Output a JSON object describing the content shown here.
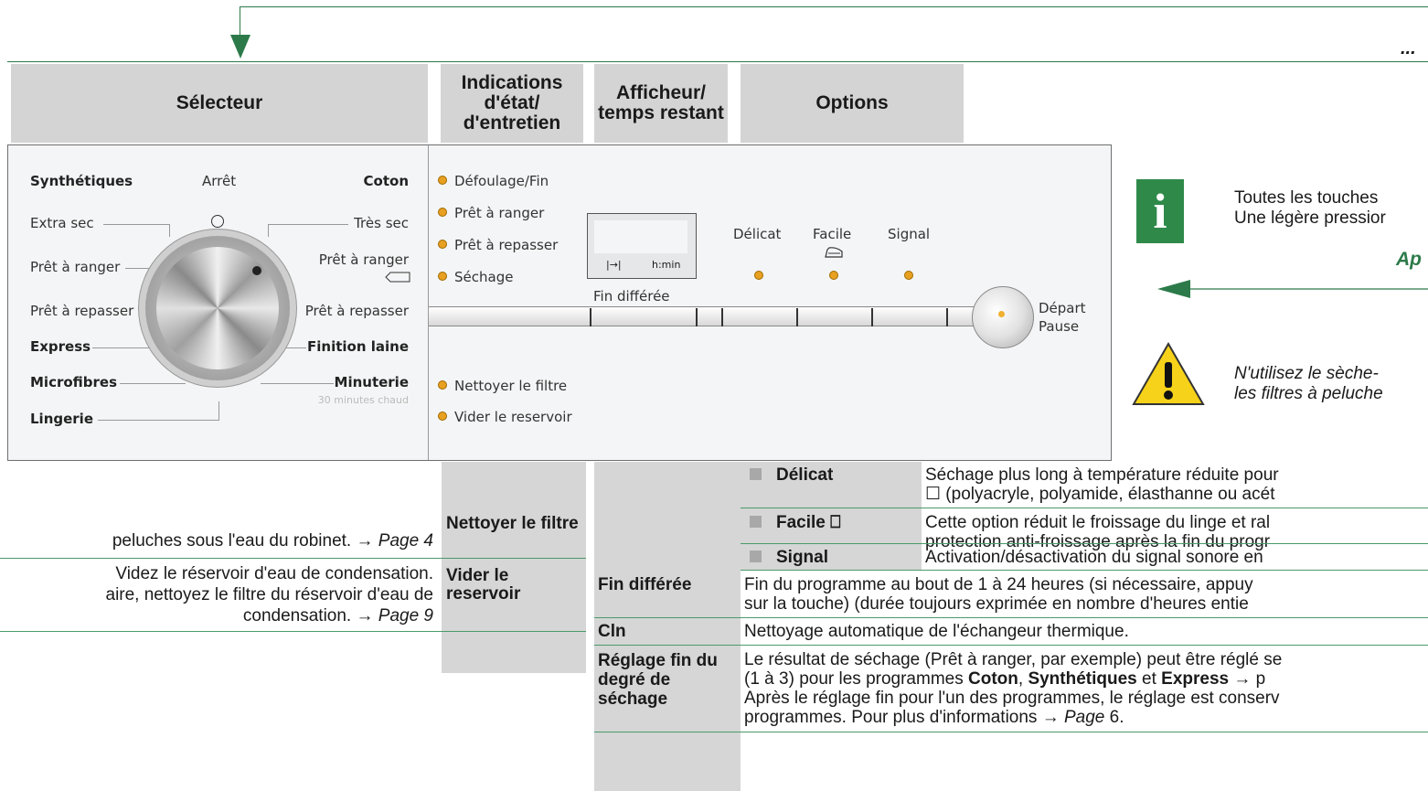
{
  "header": {
    "dots": "...",
    "col_selector": "Sélecteur",
    "col_indications": "Indications d'état/ d'entretien",
    "col_display": "Afficheur/ temps restant",
    "col_options": "Options"
  },
  "panel": {
    "dial": {
      "top_left": "Synthétiques",
      "top": "Arrêt",
      "top_right": "Coton",
      "left": [
        "Extra sec",
        "Prêt à ranger",
        "Prêt à repasser"
      ],
      "right": [
        "Très sec",
        "Prêt à ranger",
        "Prêt à repasser"
      ],
      "bottom_left": [
        "Express",
        "Microfibres",
        "Lingerie"
      ],
      "bottom_right": [
        "Finition laine",
        "Minuterie"
      ],
      "minuterie_sub": "30 minutes chaud"
    },
    "indicators_top": [
      "Défoulage/Fin",
      "Prêt à ranger",
      "Prêt à repasser",
      "Séchage"
    ],
    "indicators_bottom": [
      "Nettoyer le filtre",
      "Vider le reservoir"
    ],
    "display_symbol_left": "|→|",
    "display_symbol_right": "h:min",
    "display_label": "Fin différée",
    "options": [
      "Délicat",
      "Facile",
      "Signal"
    ],
    "start_label": "Départ Pause"
  },
  "info": {
    "text1": "Toutes les touches",
    "text2": "Une légère pressior",
    "ap": "Ap"
  },
  "warning": {
    "line1": "N'utilisez le sèche-",
    "line2": "les filtres à peluche"
  },
  "left_table": {
    "row1_text": "peluches sous l'eau du robinet. →",
    "row1_page": "Page 4",
    "row1_label": "Nettoyer le filtre",
    "row2_text1": "Videz le réservoir d'eau de condensation.",
    "row2_text2": "aire, nettoyez le filtre du réservoir d'eau de",
    "row2_text3": "condensation. →",
    "row2_page": "Page 9",
    "row2_label": "Vider le reservoir"
  },
  "options_table": [
    {
      "name": "Délicat",
      "desc1": "Séchage plus long à température réduite pour",
      "desc2": "☐ (polyacryle, polyamide, élasthanne ou acét"
    },
    {
      "name": "Facile",
      "desc1": "Cette option réduit le froissage du linge et ral",
      "desc2": "protection anti-froissage après la fin du progr"
    },
    {
      "name": "Signal",
      "desc1": "Activation/désactivation du signal sonore en",
      "desc2": ""
    }
  ],
  "main_table": {
    "fin_label": "Fin différée",
    "fin_desc1": "Fin du programme au bout de 1 à 24 heures (si nécessaire, appuy",
    "fin_desc2": "sur la touche) (durée toujours exprimée en nombre d'heures entie",
    "cln_label": "Cln",
    "cln_desc": "Nettoyage automatique de l'échangeur thermique.",
    "reg_label": "Réglage fin du degré de séchage",
    "reg_desc1": "Le résultat de séchage (Prêt à ranger, par exemple) peut être réglé se",
    "reg_desc2_a": "(1 à 3) pour les programmes",
    "reg_coton": "Coton",
    "reg_synth": "Synthétiques",
    "reg_et": "et",
    "reg_express": "Express",
    "reg_arrow": "→ p",
    "reg_desc3": "Après le réglage fin pour l'un des programmes, le réglage est conserv",
    "reg_desc4": "programmes. Pour plus d'informations →",
    "reg_page": "Page",
    "reg_page_num": "6."
  },
  "colors": {
    "accent_green": "#2c7a4a",
    "header_gray": "#d4d4d4",
    "led_amber": "#e8a020"
  }
}
